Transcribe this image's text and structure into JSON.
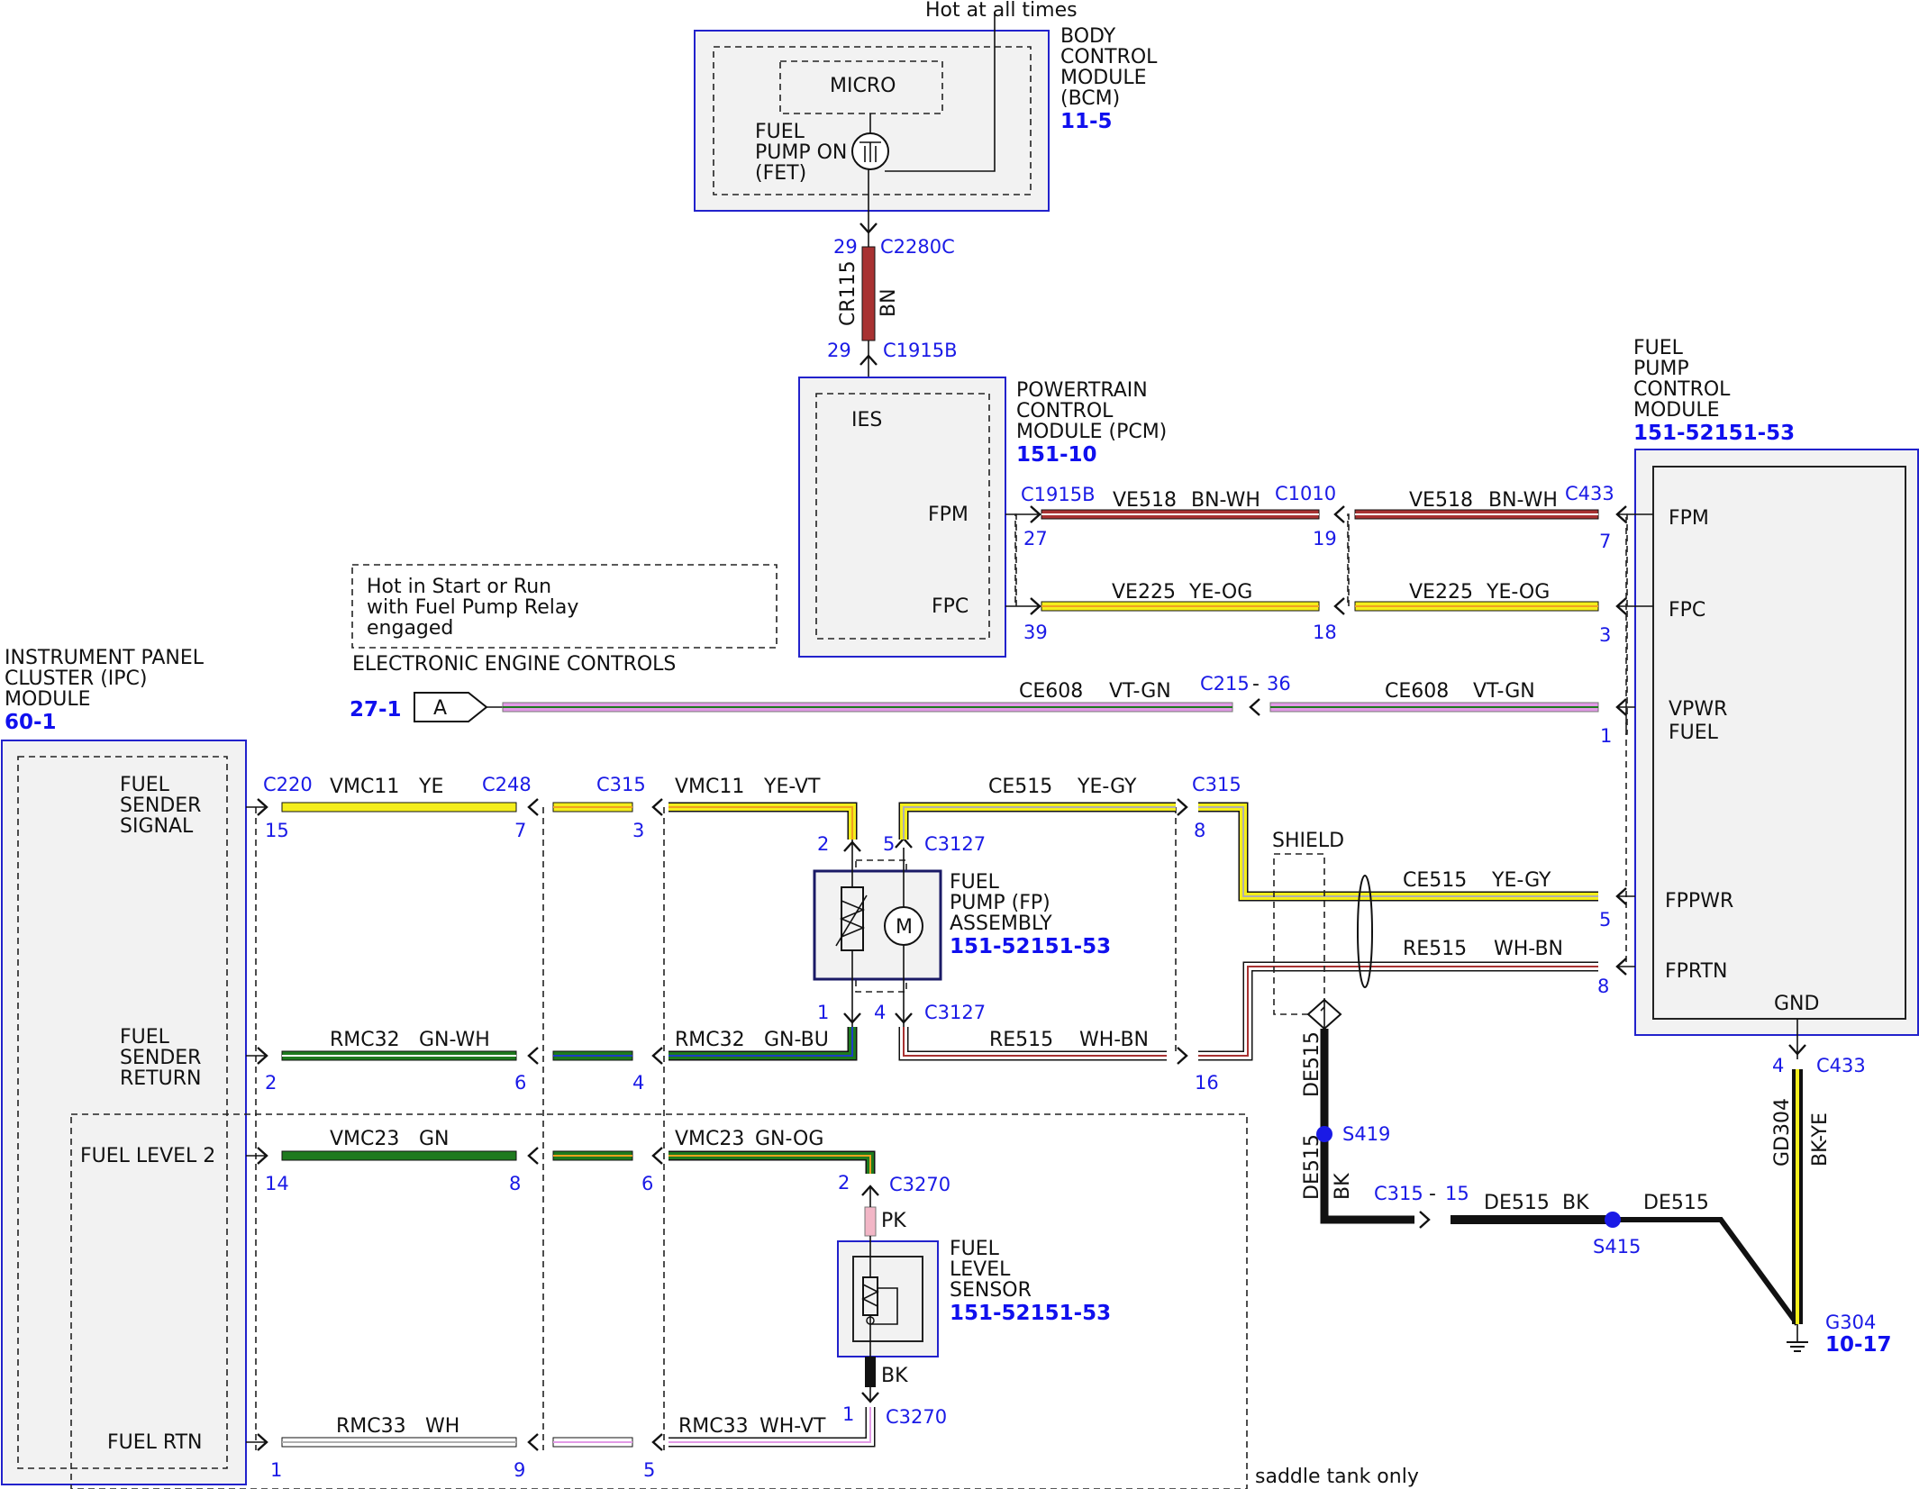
{
  "colors": {
    "module_border": "#2222cc",
    "module_fill": "#f2f2f2",
    "connector_text": "#1a1ae6",
    "ref_text": "#1010ee",
    "BN": "#a83232",
    "YE": "#f4ee1c",
    "OG": "#f0a020",
    "VT": "#e29ae6",
    "GN": "#1e7a1e",
    "BU": "#1e3cc8",
    "WH": "#ffffff",
    "GY": "#b0b0b0",
    "PK": "#f2b6c6",
    "BK": "#111111"
  },
  "bcm": {
    "top_note": "Hot at all times",
    "name_lines": [
      "BODY",
      "CONTROL",
      "MODULE",
      "(BCM)"
    ],
    "ref": "11-5",
    "micro": "MICRO",
    "fet_lines": [
      "FUEL",
      "PUMP ON",
      "(FET)"
    ]
  },
  "wire_cr115": {
    "pin_top": "29",
    "conn_top": "C2280C",
    "circuit": "CR115",
    "color": "BN",
    "pin_bottom": "29",
    "conn_bottom": "C1915B"
  },
  "pcm": {
    "name_lines": [
      "POWERTRAIN",
      "CONTROL",
      "MODULE (PCM)"
    ],
    "ref": "151-10",
    "ies": "IES",
    "fpm": "FPM",
    "fpc": "FPC"
  },
  "note_box": {
    "lines": [
      "Hot in Start or Run",
      "with Fuel Pump Relay",
      "engaged"
    ]
  },
  "eec": {
    "label": "ELECTRONIC ENGINE CONTROLS",
    "ref": "27-1",
    "connector": "A"
  },
  "fpcm": {
    "name_lines": [
      "FUEL",
      "PUMP",
      "CONTROL",
      "MODULE"
    ],
    "ref": "151-52151-53",
    "fpm": "FPM",
    "fpc": "FPC",
    "vpwr_lines": [
      "VPWR",
      "FUEL"
    ],
    "fppwr": "FPPWR",
    "fprtn": "FPRTN",
    "gnd": "GND"
  },
  "ipc": {
    "name_lines": [
      "INSTRUMENT PANEL",
      "CLUSTER (IPC)",
      "MODULE"
    ],
    "ref": "60-1",
    "sender_signal": [
      "FUEL",
      "SENDER",
      "SIGNAL"
    ],
    "sender_return": [
      "FUEL",
      "SENDER",
      "RETURN"
    ],
    "fuel_level_2": "FUEL LEVEL 2",
    "fuel_rtn": "FUEL RTN"
  },
  "fp_assembly": {
    "name_lines": [
      "FUEL",
      "PUMP (FP)",
      "ASSEMBLY"
    ],
    "ref": "151-52151-53",
    "motor": "M"
  },
  "fls": {
    "name_lines": [
      "FUEL",
      "LEVEL",
      "SENSOR"
    ],
    "ref": "151-52151-53"
  },
  "wires": {
    "ve518_a": {
      "circuit": "VE518",
      "color": "BN-WH",
      "conn": "C1915B",
      "pin": "27"
    },
    "ve518_b": {
      "circuit": "VE518",
      "color": "BN-WH",
      "conn": "C1010",
      "pin": "19"
    },
    "ve518_c": {
      "conn": "C433",
      "pin": "7"
    },
    "ve225_a": {
      "circuit": "VE225",
      "color": "YE-OG",
      "pin": "39"
    },
    "ve225_b": {
      "circuit": "VE225",
      "color": "YE-OG",
      "pin": "18"
    },
    "ve225_c": {
      "pin": "3"
    },
    "ce608_a": {
      "circuit": "CE608",
      "color": "VT-GN",
      "conn": "C215",
      "dash": "-",
      "pin": "36"
    },
    "ce608_b": {
      "circuit": "CE608",
      "color": "VT-GN",
      "pin": "1"
    },
    "vmc11_a": {
      "circuit": "VMC11",
      "color": "YE",
      "conn_l": "C220",
      "pin_l": "15",
      "conn_r": "C248",
      "pin_r": "7"
    },
    "vmc11_b": {
      "circuit": "VMC11",
      "color": "YE-VT",
      "conn": "C315",
      "pin": "3",
      "pin_fp": "2"
    },
    "ce515_a": {
      "circuit": "CE515",
      "color": "YE-GY",
      "pin_fp": "5",
      "conn_fp": "C3127",
      "conn": "C315",
      "pin": "8"
    },
    "ce515_b": {
      "circuit": "CE515",
      "color": "YE-GY",
      "pin": "5"
    },
    "shield": "SHIELD",
    "re515_b": {
      "circuit": "RE515",
      "color": "WH-BN",
      "pin": "8"
    },
    "re515_a": {
      "circuit": "RE515",
      "color": "WH-BN",
      "pin": "16",
      "pin_fp": "4",
      "conn_fp": "C3127"
    },
    "rmc32_a": {
      "circuit": "RMC32",
      "color": "GN-WH",
      "pin_l": "2",
      "pin_r": "6"
    },
    "rmc32_b": {
      "circuit": "RMC32",
      "color": "GN-BU",
      "pin": "4",
      "pin_fp": "1"
    },
    "vmc23_a": {
      "circuit": "VMC23",
      "color": "GN",
      "pin_l": "14",
      "pin_r": "8"
    },
    "vmc23_b": {
      "circuit": "VMC23",
      "color": "GN-OG",
      "pin": "6",
      "pin_fls": "2",
      "conn_fls": "C3270",
      "pk": "PK"
    },
    "rmc33_a": {
      "circuit": "RMC33",
      "color": "WH",
      "pin_l": "1",
      "pin_r": "9"
    },
    "rmc33_b": {
      "circuit": "RMC33",
      "color": "WH-VT",
      "pin": "5",
      "pin_fls": "1",
      "conn_fls": "C3270",
      "bk": "BK"
    },
    "de515": {
      "circuit": "DE515",
      "color": "BK",
      "s419": "S419",
      "conn": "C315",
      "dash": "-",
      "pin": "15",
      "s415": "S415"
    },
    "gd304": {
      "circuit": "GD304",
      "color": "BK-YE",
      "pin": "4",
      "conn": "C433",
      "ground": "G304",
      "ref": "10-17"
    }
  },
  "saddle_note": "saddle tank only"
}
